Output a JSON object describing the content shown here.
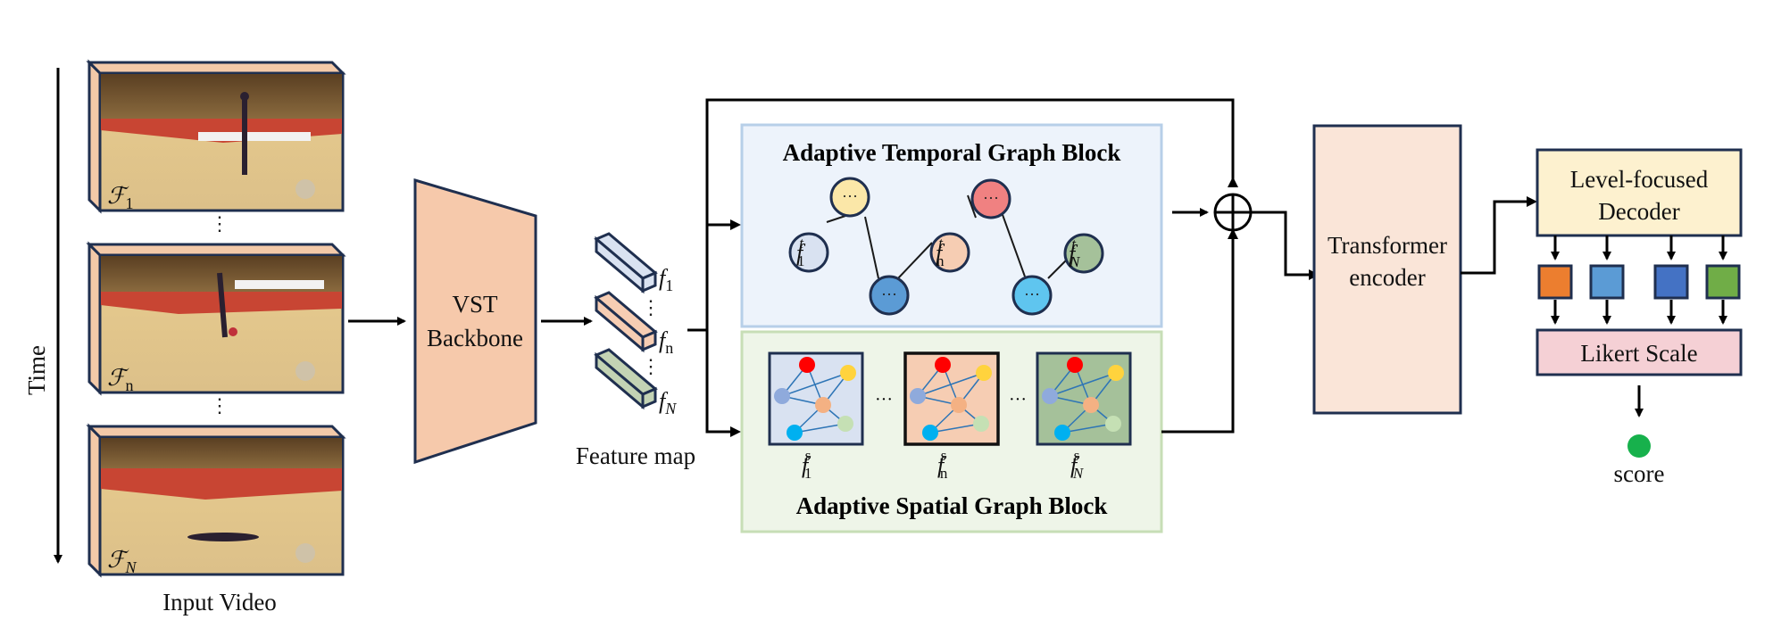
{
  "axis": {
    "time_label": "Time"
  },
  "input": {
    "caption": "Input Video",
    "frames": [
      {
        "symbol": "ℱ",
        "sub": "1"
      },
      {
        "symbol": "ℱ",
        "sub": "n"
      },
      {
        "symbol": "ℱ",
        "sub": "N"
      }
    ],
    "vdots": "⋮"
  },
  "backbone": {
    "line1": "VST",
    "line2": "Backbone"
  },
  "features": {
    "caption": "Feature map",
    "items": [
      {
        "symbol": "f",
        "sub": "1",
        "color": "#d9e2f1"
      },
      {
        "symbol": "f",
        "sub": "n",
        "color": "#f6cdb3"
      },
      {
        "symbol": "f",
        "sub": "N",
        "color": "#c3d3b4"
      }
    ]
  },
  "temporal_block": {
    "title": "Adaptive Temporal Graph Block",
    "node_ellipsis": "···",
    "labels": [
      {
        "symbol": "f",
        "sub": "1",
        "sup": "t"
      },
      {
        "symbol": "f",
        "sub": "n",
        "sup": "t"
      },
      {
        "symbol": "f",
        "sub": "N",
        "sup": "t"
      }
    ]
  },
  "spatial_block": {
    "title": "Adaptive Spatial Graph Block",
    "between": "···",
    "labels": [
      {
        "symbol": "f",
        "sub": "1",
        "sup": "s"
      },
      {
        "symbol": "f",
        "sub": "n",
        "sup": "s"
      },
      {
        "symbol": "f",
        "sub": "N",
        "sup": "s"
      }
    ]
  },
  "transformer": {
    "line1": "Transformer",
    "line2": "encoder"
  },
  "decoder": {
    "line1": "Level-focused",
    "line2": "Decoder"
  },
  "likert": {
    "label": "Likert Scale"
  },
  "score": {
    "label": "score"
  },
  "colors": {
    "outline": "#1f2f4f",
    "backbone_fill": "#f6c9ab",
    "temporal_bg": "#edf3fb",
    "temporal_border": "#b7cfe8",
    "spatial_bg": "#eef5e8",
    "spatial_border": "#c7deb6",
    "transformer_fill": "#fae5d8",
    "decoder_fill": "#fdf1cf",
    "likert_fill": "#f5d0d5",
    "score_fill": "#17b14c",
    "level_colors": [
      "#ec7e2f",
      "#5b9bd5",
      "#4472c4",
      "#70ad47"
    ]
  }
}
